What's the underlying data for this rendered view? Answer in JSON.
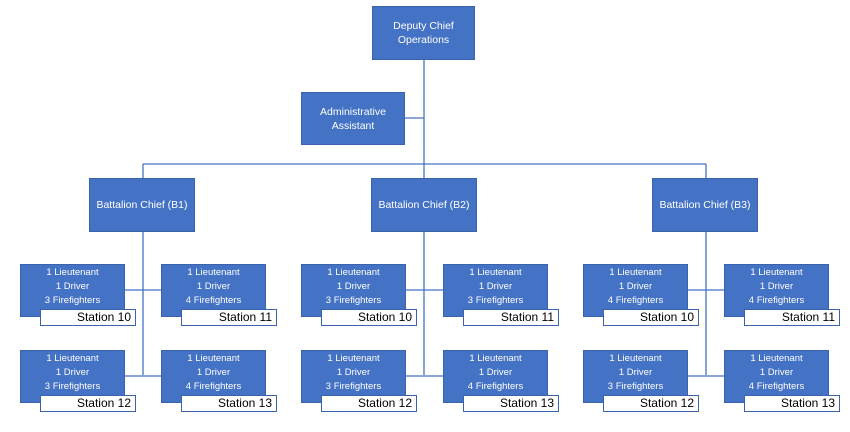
{
  "deputy_chief": "Deputy Chief Operations",
  "admin_assistant": "Administrative Assistant",
  "battalions": [
    {
      "title": "Battalion Chief (B1)",
      "units": [
        {
          "lines": [
            "1 Lieutenant",
            "1 Driver",
            "3 Firefighters"
          ],
          "station": "Station 10"
        },
        {
          "lines": [
            "1 Lieutenant",
            "1 Driver",
            "4 Firefighters"
          ],
          "station": "Station 11"
        },
        {
          "lines": [
            "1 Lieutenant",
            "1 Driver",
            "3 Firefighters"
          ],
          "station": "Station 12"
        },
        {
          "lines": [
            "1 Lieutenant",
            "1 Driver",
            "4 Firefighters"
          ],
          "station": "Station 13"
        }
      ]
    },
    {
      "title": "Battalion Chief (B2)",
      "units": [
        {
          "lines": [
            "1 Lieutenant",
            "1 Driver",
            "3 Firefighters"
          ],
          "station": "Station 10"
        },
        {
          "lines": [
            "1 Lieutenant",
            "1 Driver",
            "3 Firefighters"
          ],
          "station": "Station 11"
        },
        {
          "lines": [
            "1 Lieutenant",
            "1 Driver",
            "3 Firefighters"
          ],
          "station": "Station 12"
        },
        {
          "lines": [
            "1 Lieutenant",
            "1 Driver",
            "4 Firefighters"
          ],
          "station": "Station 13"
        }
      ]
    },
    {
      "title": "Battalion Chief (B3)",
      "units": [
        {
          "lines": [
            "1 Lieutenant",
            "1 Driver",
            "4 Firefighters"
          ],
          "station": "Station 10"
        },
        {
          "lines": [
            "1 Lieutenant",
            "1 Driver",
            "4 Firefighters"
          ],
          "station": "Station 11"
        },
        {
          "lines": [
            "1 Lieutenant",
            "1 Driver",
            "3 Firefighters"
          ],
          "station": "Station 12"
        },
        {
          "lines": [
            "1 Lieutenant",
            "1 Driver",
            "4 Firefighters"
          ],
          "station": "Station 13"
        }
      ]
    }
  ],
  "colors": {
    "box_fill": "#4472c4",
    "box_border": "#3b63ab",
    "connector": "#4472c4",
    "station_fill": "#ffffff"
  }
}
